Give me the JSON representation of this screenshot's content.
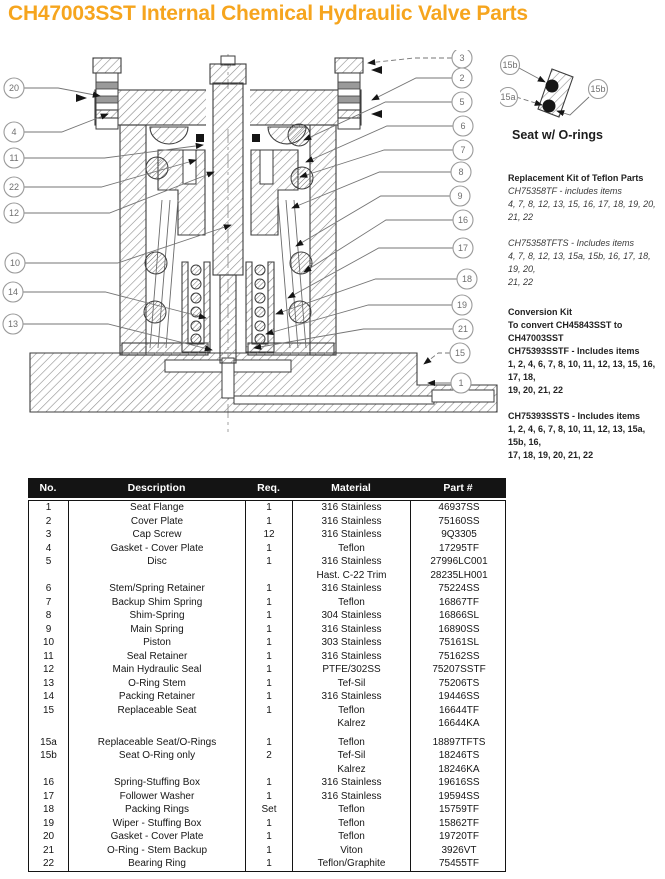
{
  "title": "CH47003SST Internal Chemical Hydraulic Valve Parts",
  "diagram": {
    "left_callouts": [
      "20",
      "4",
      "11",
      "22",
      "12",
      "10",
      "14",
      "13"
    ],
    "right_callouts": [
      "3",
      "2",
      "5",
      "6",
      "7",
      "8",
      "9",
      "16",
      "17",
      "18",
      "19",
      "21",
      "15",
      "1"
    ]
  },
  "seat_inset": {
    "callouts": [
      "15b",
      "15a",
      "15b"
    ],
    "caption": "Seat w/ O-rings"
  },
  "notes": {
    "teflon_kit": {
      "heading": "Replacement Kit of Teflon Parts",
      "line1a": "CH75358TF - includes items",
      "line1b": "4, 7, 8, 12, 13, 15, 16, 17, 18, 19, 20, 21, 22",
      "line2a": "CH75358TFTS - Includes items",
      "line2b": "4, 7, 8, 12, 13, 15a, 15b, 16, 17, 18, 19, 20,",
      "line2c": "21, 22"
    },
    "conversion_kit": {
      "heading": "Conversion Kit",
      "line1": "To convert CH45843SST to",
      "line2": "CH47003SST",
      "line3": "CH75393SSTF - Includes items",
      "line4": "1, 2, 4, 6, 7, 8, 10, 11, 12, 13, 15, 16, 17, 18,",
      "line5": "19, 20, 21, 22",
      "line6": "CH75393SSTS - Includes items",
      "line7": "1, 2, 4, 6, 7, 8, 10, 11, 12, 13, 15a, 15b, 16,",
      "line8": "17, 18, 19, 20, 21, 22"
    }
  },
  "table": {
    "headers": [
      "No.",
      "Description",
      "Req.",
      "Material",
      "Part #"
    ],
    "rows": [
      [
        "1",
        "Seat Flange",
        "1",
        "316 Stainless",
        "46937SS"
      ],
      [
        "2",
        "Cover Plate",
        "1",
        "316 Stainless",
        "75160SS"
      ],
      [
        "3",
        "Cap Screw",
        "12",
        "316 Stainless",
        "9Q3305"
      ],
      [
        "4",
        "Gasket - Cover Plate",
        "1",
        "Teflon",
        "17295TF"
      ],
      [
        "5",
        "Disc",
        "1",
        "316 Stainless",
        "27996LC001"
      ],
      [
        "",
        "",
        "",
        "Hast. C-22 Trim",
        "28235LH001"
      ],
      [
        "6",
        "Stem/Spring Retainer",
        "1",
        "316 Stainless",
        "75224SS"
      ],
      [
        "7",
        "Backup Shim Spring",
        "1",
        "Teflon",
        "16867TF"
      ],
      [
        "8",
        "Shim-Spring",
        "1",
        "304 Stainless",
        "16866SL"
      ],
      [
        "9",
        "Main Spring",
        "1",
        "316 Stainless",
        "16890SS"
      ],
      [
        "10",
        "Piston",
        "1",
        "303 Stainless",
        "75161SL"
      ],
      [
        "11",
        "Seal Retainer",
        "1",
        "316 Stainless",
        "75162SS"
      ],
      [
        "12",
        "Main Hydraulic Seal",
        "1",
        "PTFE/302SS",
        "75207SSTF"
      ],
      [
        "13",
        "O-Ring Stem",
        "1",
        "Tef-Sil",
        "75206TS"
      ],
      [
        "14",
        "Packing Retainer",
        "1",
        "316 Stainless",
        "19446SS"
      ],
      [
        "15",
        "Replaceable Seat",
        "1",
        "Teflon",
        "16644TF"
      ],
      [
        "",
        "",
        "",
        "Kalrez",
        "16644KA"
      ],
      [
        "15a",
        "Replaceable Seat/O-Rings",
        "1",
        "Teflon",
        "18897TFTS"
      ],
      [
        "15b",
        "Seat O-Ring only",
        "2",
        "Tef-Sil",
        "18246TS"
      ],
      [
        "",
        "",
        "",
        "Kalrez",
        "18246KA"
      ],
      [
        "16",
        "Spring-Stuffing Box",
        "1",
        "316 Stainless",
        "19616SS"
      ],
      [
        "17",
        "Follower Washer",
        "1",
        "316 Stainless",
        "19594SS"
      ],
      [
        "18",
        "Packing Rings",
        "Set",
        "Teflon",
        "15759TF"
      ],
      [
        "19",
        "Wiper - Stuffing Box",
        "1",
        "Teflon",
        "15862TF"
      ],
      [
        "20",
        "Gasket - Cover Plate",
        "1",
        "Teflon",
        "19720TF"
      ],
      [
        "21",
        "O-Ring - Stem Backup",
        "1",
        "Viton",
        "3926VT"
      ],
      [
        "22",
        "Bearing Ring",
        "1",
        "Teflon/Graphite",
        "75455TF"
      ]
    ]
  },
  "colors": {
    "title": "#F6A51E",
    "table_header_bg": "#141414",
    "line": "#3d3d3d"
  }
}
